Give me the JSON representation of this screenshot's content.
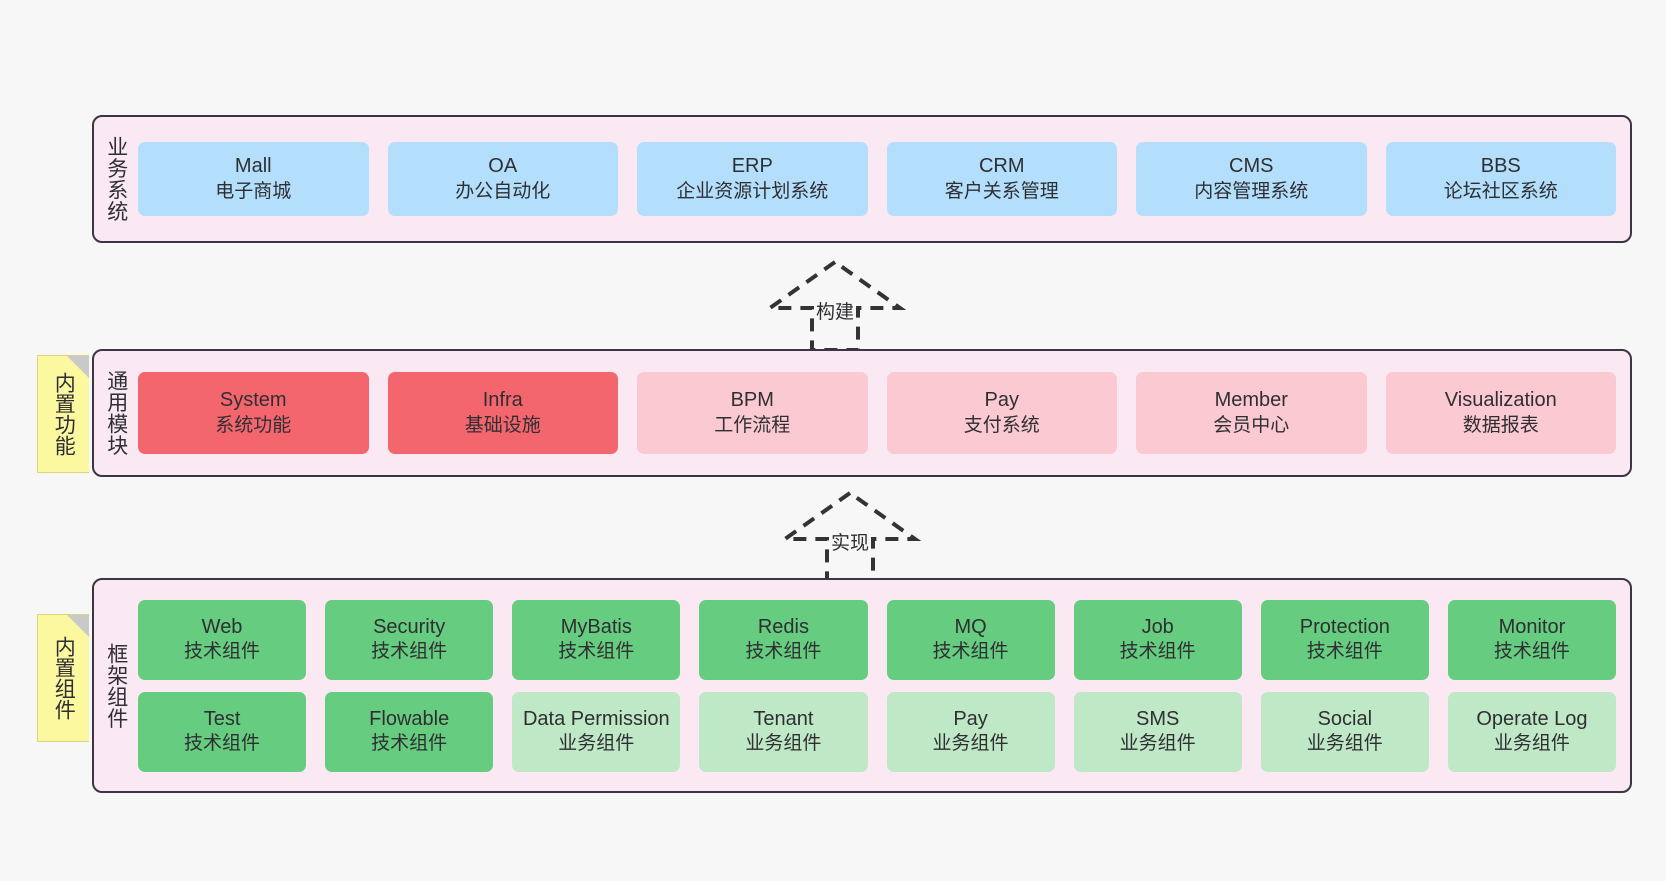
{
  "canvas": {
    "background": "#f7f7f7",
    "container_fill": "#fae9f3",
    "container_border": "#3d3543"
  },
  "notes": [
    {
      "name": "builtin-function",
      "label": "内置功能",
      "color": "#fbf8a0"
    },
    {
      "name": "builtin-component",
      "label": "内置组件",
      "color": "#fbf8a0"
    }
  ],
  "arrows": [
    {
      "name": "build",
      "label": "构建",
      "style": "dashed-hollow-triangle",
      "direction": "up"
    },
    {
      "name": "implement",
      "label": "实现",
      "style": "dashed-hollow-triangle",
      "direction": "up"
    }
  ],
  "layers": {
    "business": {
      "label": "业务系统",
      "color": "#b3dffc",
      "rows": [
        [
          {
            "en": "Mall",
            "cn": "电子商城",
            "color": "#b3dffc"
          },
          {
            "en": "OA",
            "cn": "办公自动化",
            "color": "#b3dffc"
          },
          {
            "en": "ERP",
            "cn": "企业资源计划系统",
            "color": "#b3dffc"
          },
          {
            "en": "CRM",
            "cn": "客户关系管理",
            "color": "#b3dffc"
          },
          {
            "en": "CMS",
            "cn": "内容管理系统",
            "color": "#b3dffc"
          },
          {
            "en": "BBS",
            "cn": "论坛社区系统",
            "color": "#b3dffc"
          }
        ]
      ]
    },
    "modules": {
      "label": "通用模块",
      "rows": [
        [
          {
            "en": "System",
            "cn": "系统功能",
            "color": "#f4666e"
          },
          {
            "en": "Infra",
            "cn": "基础设施",
            "color": "#f4666e"
          },
          {
            "en": "BPM",
            "cn": "工作流程",
            "color": "#fbc9d2"
          },
          {
            "en": "Pay",
            "cn": "支付系统",
            "color": "#fbc9d2"
          },
          {
            "en": "Member",
            "cn": "会员中心",
            "color": "#fbc9d2"
          },
          {
            "en": "Visualization",
            "cn": "数据报表",
            "color": "#fbc9d2"
          }
        ]
      ]
    },
    "framework": {
      "label": "框架组件",
      "rows": [
        [
          {
            "en": "Web",
            "cn": "技术组件",
            "color": "#66cc7f"
          },
          {
            "en": "Security",
            "cn": "技术组件",
            "color": "#66cc7f"
          },
          {
            "en": "MyBatis",
            "cn": "技术组件",
            "color": "#66cc7f"
          },
          {
            "en": "Redis",
            "cn": "技术组件",
            "color": "#66cc7f"
          },
          {
            "en": "MQ",
            "cn": "技术组件",
            "color": "#66cc7f"
          },
          {
            "en": "Job",
            "cn": "技术组件",
            "color": "#66cc7f"
          },
          {
            "en": "Protection",
            "cn": "技术组件",
            "color": "#66cc7f"
          },
          {
            "en": "Monitor",
            "cn": "技术组件",
            "color": "#66cc7f"
          }
        ],
        [
          {
            "en": "Test",
            "cn": "技术组件",
            "color": "#66cc7f"
          },
          {
            "en": "Flowable",
            "cn": "技术组件",
            "color": "#66cc7f"
          },
          {
            "en": "Data Permission",
            "cn": "业务组件",
            "color": "#bfe8c6"
          },
          {
            "en": "Tenant",
            "cn": "业务组件",
            "color": "#bfe8c6"
          },
          {
            "en": "Pay",
            "cn": "业务组件",
            "color": "#bfe8c6"
          },
          {
            "en": "SMS",
            "cn": "业务组件",
            "color": "#bfe8c6"
          },
          {
            "en": "Social",
            "cn": "业务组件",
            "color": "#bfe8c6"
          },
          {
            "en": "Operate Log",
            "cn": "业务组件",
            "color": "#bfe8c6"
          }
        ]
      ]
    }
  }
}
